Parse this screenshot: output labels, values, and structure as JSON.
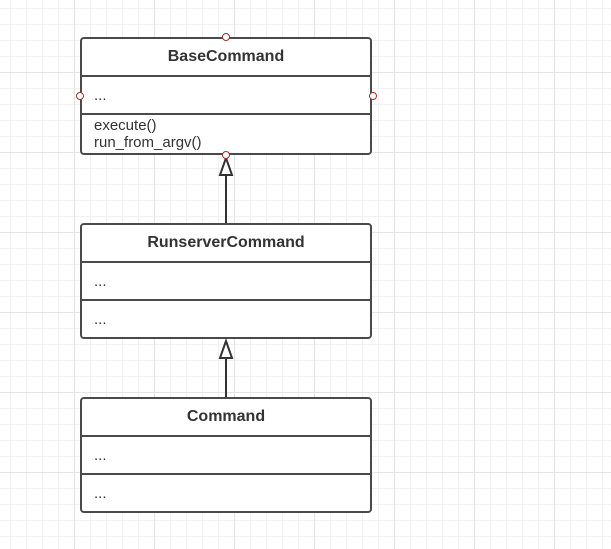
{
  "classes": {
    "base": {
      "name": "BaseCommand",
      "attributes": "...",
      "operations": [
        "execute()",
        "run_from_argv()"
      ]
    },
    "runserver": {
      "name": "RunserverCommand",
      "attributes": "...",
      "operations": "..."
    },
    "command": {
      "name": "Command",
      "attributes": "...",
      "operations": "..."
    }
  },
  "relations": [
    {
      "type": "generalization",
      "from": "RunserverCommand",
      "to": "BaseCommand"
    },
    {
      "type": "generalization",
      "from": "Command",
      "to": "RunserverCommand"
    }
  ],
  "colors": {
    "border": "#4a4a4a",
    "handle": "#a03030",
    "grid": "#e4e4e4"
  }
}
